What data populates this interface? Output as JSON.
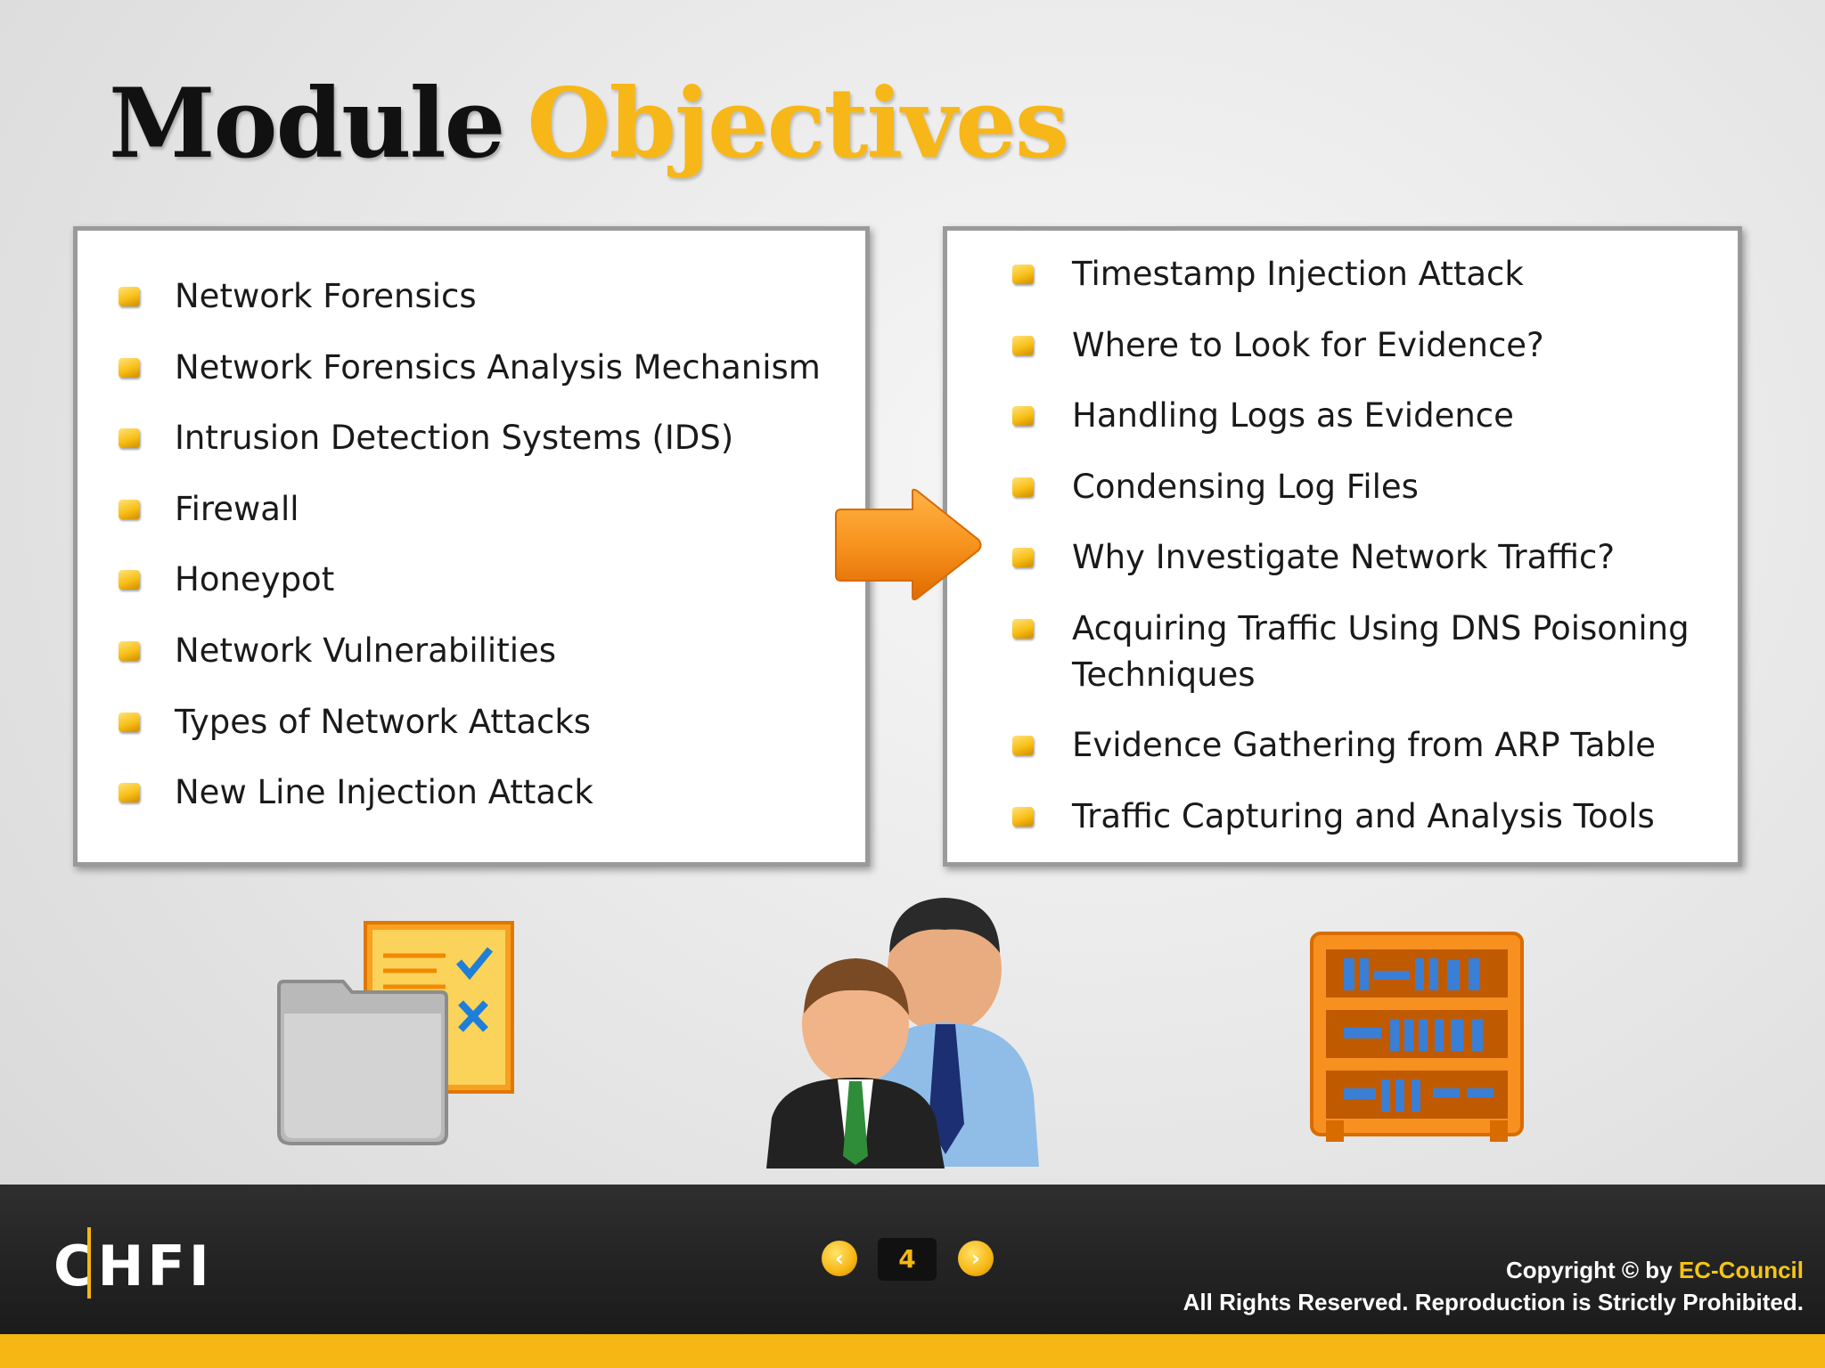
{
  "slide": {
    "title_part1": "Module",
    "title_part2": "Objectives"
  },
  "left_list": [
    {
      "label": "Network Forensics"
    },
    {
      "label": "Network Forensics Analysis Mechanism"
    },
    {
      "label": "Intrusion Detection Systems (IDS)"
    },
    {
      "label": "Firewall"
    },
    {
      "label": "Honeypot"
    },
    {
      "label": "Network Vulnerabilities"
    },
    {
      "label": "Types of Network Attacks"
    },
    {
      "label": "New Line Injection Attack"
    }
  ],
  "right_list": [
    {
      "label": "Timestamp Injection Attack"
    },
    {
      "label": "Where to Look for Evidence?"
    },
    {
      "label": "Handling Logs as Evidence"
    },
    {
      "label": "Condensing Log Files"
    },
    {
      "label": "Why Investigate Network Traffic?"
    },
    {
      "label": "Acquiring Traffic Using DNS Poisoning",
      "label_line2": "Techniques"
    },
    {
      "label": "Evidence Gathering from ARP Table"
    },
    {
      "label": "Traffic Capturing and Analysis Tools"
    }
  ],
  "footer": {
    "logo": "CHFI",
    "page_number": "4",
    "prev_icon": "chevron-left-icon",
    "next_icon": "chevron-right-icon",
    "copyright_prefix": "Copyright © by",
    "brand": "EC-Council",
    "rights": "All Rights Reserved. Reproduction is Strictly Prohibited."
  },
  "colors": {
    "accent": "#f6b614",
    "title_dark": "#111111",
    "footer_bg": "#262626",
    "arrow": "#f7931e"
  },
  "icons": [
    "checklist-folder-icon",
    "business-people-icon",
    "bookshelf-icon",
    "right-arrow-icon"
  ]
}
